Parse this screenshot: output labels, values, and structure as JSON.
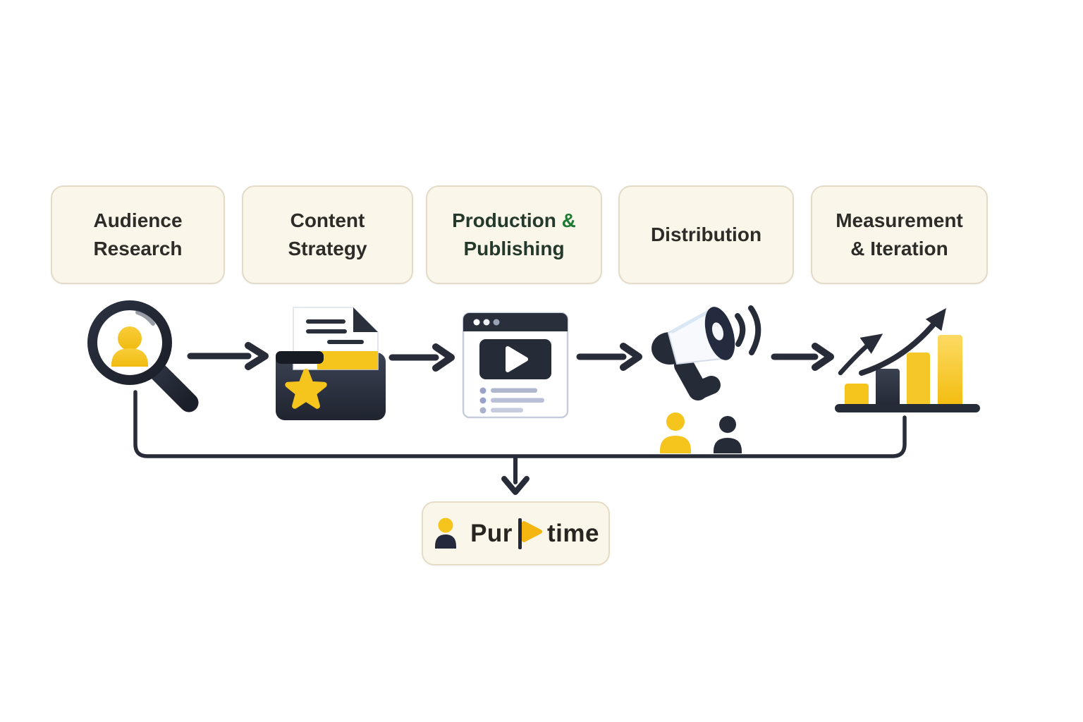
{
  "diagram": {
    "type": "horizontal process flow with feedback loop",
    "stages": [
      {
        "label": "Audience Research",
        "icon": "person-magnifier-icon"
      },
      {
        "label": "Content Strategy",
        "icon": "folder-documents-icon"
      },
      {
        "label_pre": "Production",
        "label_amp": "&",
        "label_line2": "Publishing",
        "icon": "browser-video-icon"
      },
      {
        "label": "Distribution",
        "icon": "megaphone-audience-icon"
      },
      {
        "label": "Measurement & Iteration",
        "icon": "growth-bar-chart-icon"
      }
    ],
    "bottom_box": {
      "text_pre": "Pur",
      "text_post": "time",
      "icons": [
        "person-icon",
        "text-cursor",
        "play-icon"
      ]
    },
    "colors": {
      "background": "#FFFFFF",
      "box_bg": "#FBF6EA",
      "box_border": "#E3DBC8",
      "dark_navy": "#272C38",
      "accent_yellow": "#F5C51D",
      "accent_yellow_light": "#FBD34C",
      "green_ampersand": "#1E7A33",
      "text_dark": "#2E2C28",
      "production_text": "#24392B",
      "list_bullet_blue": "#99A3C9"
    }
  }
}
